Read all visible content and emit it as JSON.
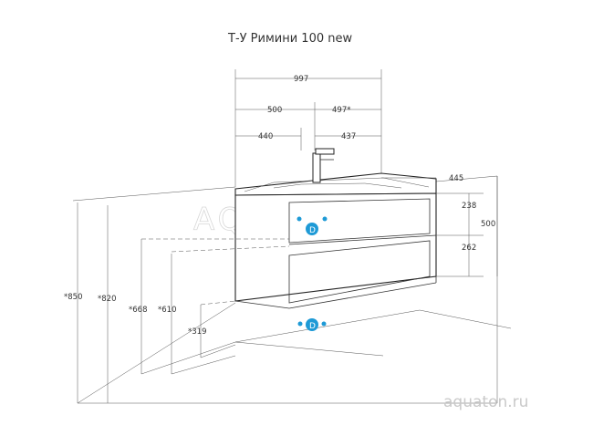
{
  "title": "Т-У Римини 100 new",
  "watermark": "AQUATON",
  "brand": "aquaton.ru",
  "dimensions": {
    "width_total": "997",
    "left_500": "500",
    "right_497": "497*",
    "left_440": "440",
    "right_437": "437",
    "depth_445": "445",
    "height_238": "238",
    "height_500": "500",
    "height_262": "262",
    "height_850": "*850",
    "height_820": "*820",
    "height_668": "*668",
    "height_610": "*610",
    "height_319": "*319"
  },
  "markers": {
    "upper": "D",
    "lower": "D"
  },
  "colors": {
    "marker": "#1e9ad6",
    "line": "#333333",
    "watermark": "#d8d8d8",
    "brand": "#c9c9c9"
  }
}
